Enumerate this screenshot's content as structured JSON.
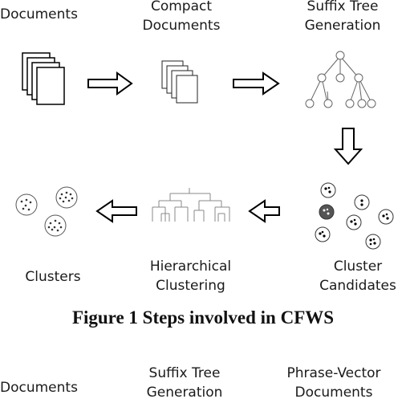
{
  "figure1": {
    "labels": {
      "documents": "Documents",
      "compact_documents": "Compact Documents",
      "suffix_tree_generation": "Suffix Tree Generation",
      "cluster_candidates": "Cluster Candidates",
      "hierarchical_clustering": "Hierarchical Clustering",
      "clusters": "Clusters"
    },
    "caption": "Figure 1 Steps involved in CFWS"
  },
  "figure2_partial": {
    "labels": {
      "documents": "Documents",
      "suffix_tree_generation": "Suffix Tree Generation",
      "phrase_vector_documents": "Phrase-Vector Documents"
    }
  }
}
